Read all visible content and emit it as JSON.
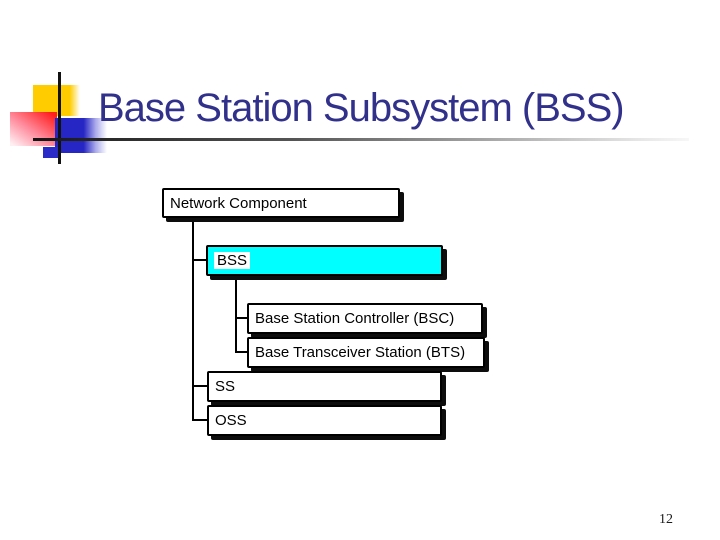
{
  "slide": {
    "title": "Base Station Subsystem (BSS)",
    "page_number": "12"
  },
  "colors": {
    "title_text": "#31318C",
    "node_fill": "#FFFFFF",
    "node_border": "#000000",
    "highlight_fill": "#00FFFF",
    "deco_yellow": "#FFCC00",
    "deco_red": "#FF1F1F",
    "deco_blue": "#2626C4"
  },
  "diagram": {
    "type": "org-tree",
    "nodes": [
      {
        "label": "Network Component",
        "level": 0,
        "parent": null,
        "highlighted": false
      },
      {
        "label": "BSS",
        "level": 1,
        "parent": "Network Component",
        "highlighted": true
      },
      {
        "label": "Base Station Controller (BSC)",
        "level": 2,
        "parent": "BSS",
        "highlighted": false
      },
      {
        "label": "Base Transceiver Station (BTS)",
        "level": 2,
        "parent": "BSS",
        "highlighted": false
      },
      {
        "label": "SS",
        "level": 1,
        "parent": "Network Component",
        "highlighted": false
      },
      {
        "label": "OSS",
        "level": 1,
        "parent": "Network Component",
        "highlighted": false
      }
    ]
  }
}
